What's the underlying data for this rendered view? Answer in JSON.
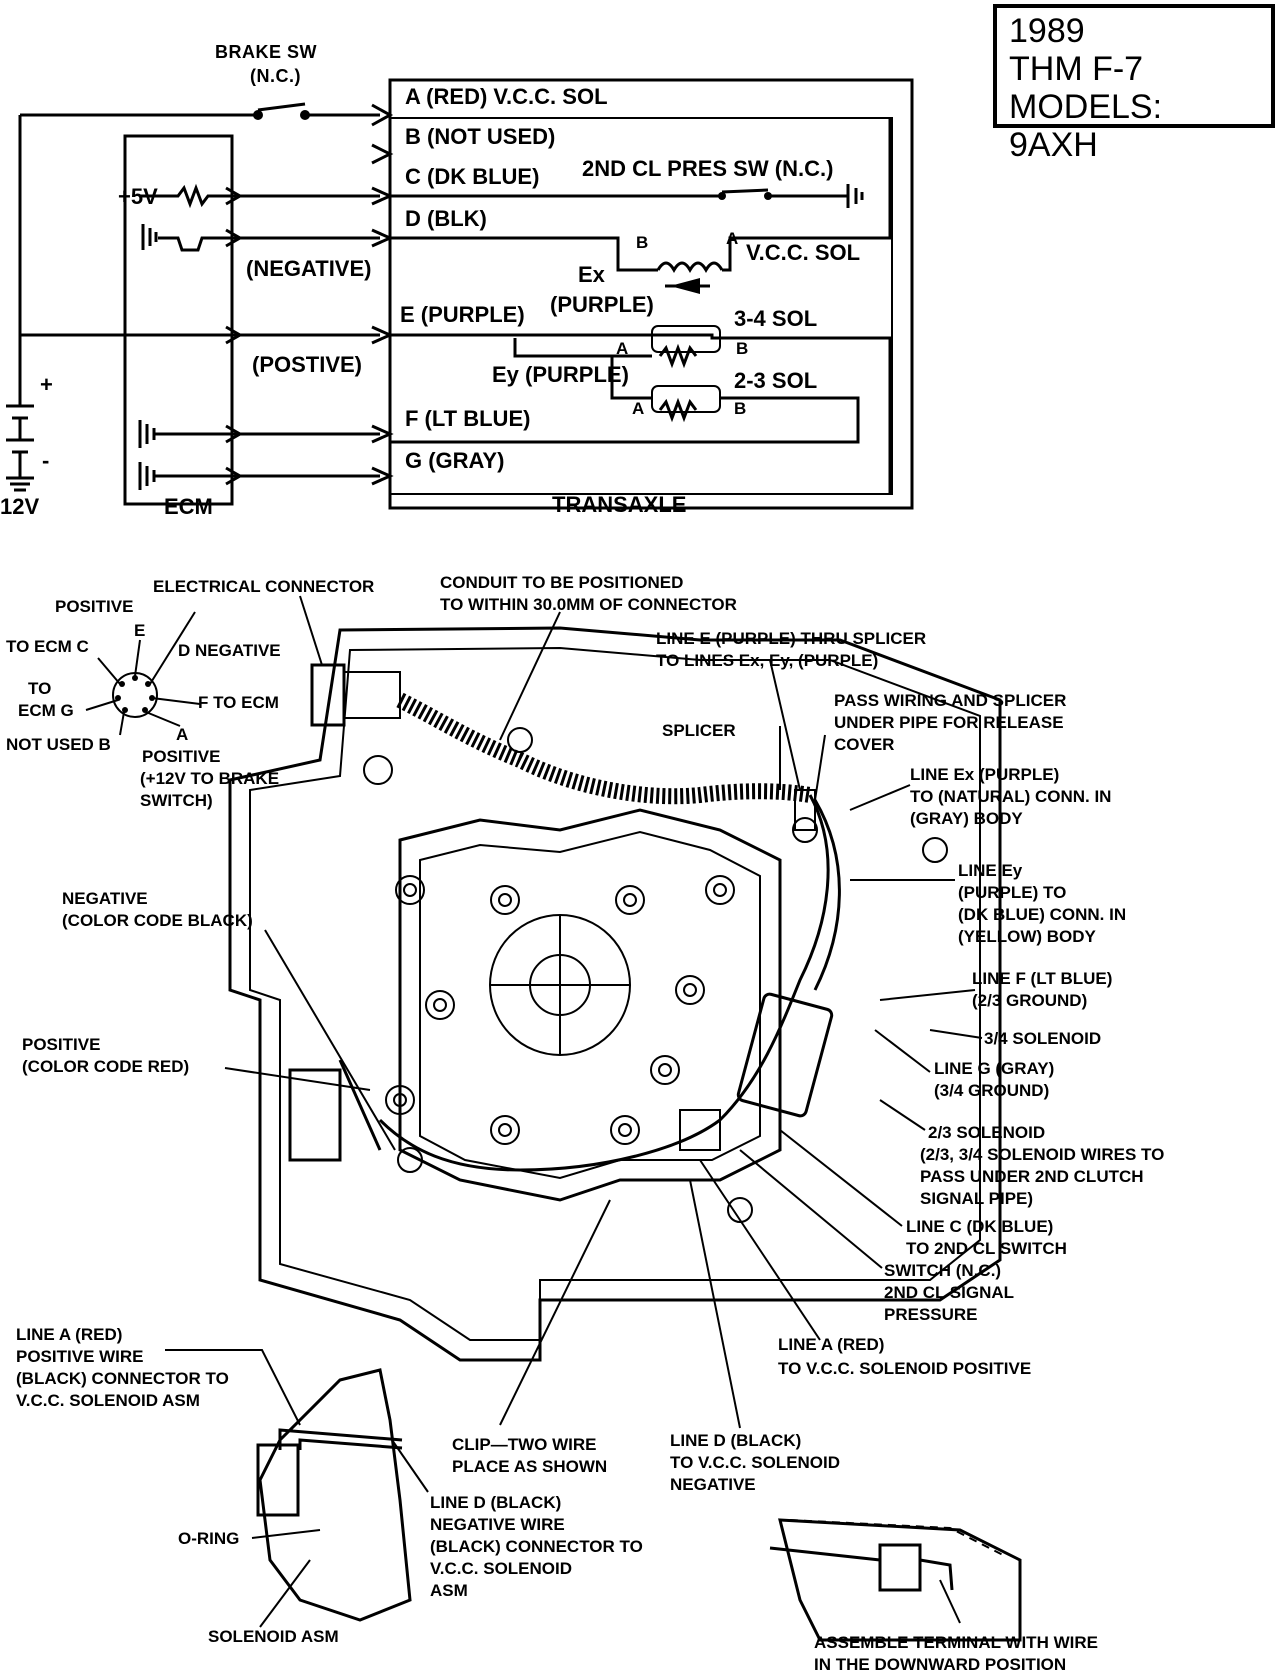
{
  "title_box": {
    "line1": "1989",
    "line2": "THM F-7",
    "line3": "MODELS: 9AXH"
  },
  "schematic": {
    "brake_sw": "BRAKE SW",
    "brake_sw_nc": "(N.C.)",
    "pin_a": "A (RED) V.C.C. SOL",
    "pin_b": "B (NOT USED)",
    "pin_c": "C (DK BLUE)",
    "pres_sw": "2ND CL PRES SW (N.C.)",
    "pin_d": "D (BLK)",
    "plus5v": "+5V",
    "negative": "(NEGATIVE)",
    "ex": "Ex",
    "ex_purple": "(PURPLE)",
    "vcc_sol": "V.C.C. SOL",
    "pin_e": "E (PURPLE)",
    "sol_34": "3-4 SOL",
    "postive": "(POSTIVE)",
    "ey_purple": "Ey (PURPLE)",
    "sol_23": "2-3 SOL",
    "pin_f": "F (LT BLUE)",
    "pin_g": "G (GRAY)",
    "plus": "+",
    "minus": "-",
    "v12": "12V",
    "ecm": "ECM",
    "transaxle": "TRANSAXLE",
    "term_a": "A",
    "term_b": "B"
  },
  "connector": {
    "positive": "POSITIVE",
    "electrical_connector": "ELECTRICAL CONNECTOR",
    "e": "E",
    "to_ecm_c": "TO ECM C",
    "d_negative": "D NEGATIVE",
    "to": "TO",
    "ecm_g": "ECM G",
    "f_to_ecm": "F TO ECM",
    "not_used_b": "NOT USED B",
    "a": "A",
    "positive_a": "POSITIVE",
    "plus12v": "(+12V TO BRAKE",
    "switch": "SWITCH)"
  },
  "callouts": {
    "conduit_1": "CONDUIT TO BE POSITIONED",
    "conduit_2": "TO WITHIN 30.0MM OF CONNECTOR",
    "line_e_1": "LINE E (PURPLE) THRU SPLICER",
    "line_e_2": "TO LINES Ex, Ey, (PURPLE)",
    "splicer": "SPLICER",
    "pass_1": "PASS WIRING AND SPLICER",
    "pass_2": "UNDER PIPE FOR RELEASE",
    "pass_3": "COVER",
    "ex_1": "LINE Ex (PURPLE)",
    "ex_2": "TO (NATURAL) CONN. IN",
    "ex_3": "(GRAY) BODY",
    "ey_1": "LINE Ey",
    "ey_2": "(PURPLE) TO",
    "ey_3": "(DK BLUE) CONN. IN",
    "ey_4": "(YELLOW) BODY",
    "neg_1": "NEGATIVE",
    "neg_2": "(COLOR CODE BLACK)",
    "linef_1": "LINE F (LT BLUE)",
    "linef_2": "(2/3 GROUND)",
    "sol34": "3/4 SOLENOID",
    "pos_1": "POSITIVE",
    "pos_2": "(COLOR CODE RED)",
    "lineg_1": "LINE G (GRAY)",
    "lineg_2": "(3/4 GROUND)",
    "sol23_1": "2/3 SOLENOID",
    "sol23_2": "(2/3, 3/4 SOLENOID WIRES TO",
    "sol23_3": "PASS UNDER 2ND CLUTCH",
    "sol23_4": "SIGNAL PIPE)",
    "linec_1": "LINE C (DK BLUE)",
    "linec_2": "TO 2ND CL SWITCH",
    "sw_1": "SWITCH (N.C.)",
    "sw_2": "2ND CL SIGNAL",
    "sw_3": "PRESSURE",
    "linea_1": "LINE A (RED)",
    "linea_2": "TO V.C.C. SOLENOID POSITIVE",
    "la_1": "LINE A (RED)",
    "la_2": "POSITIVE WIRE",
    "la_3": "(BLACK) CONNECTOR TO",
    "la_4": "V.C.C. SOLENOID ASM",
    "clip_1": "CLIP—TWO WIRE",
    "clip_2": "PLACE AS SHOWN",
    "lined_1": "LINE D (BLACK)",
    "lined_2": "TO V.C.C. SOLENOID",
    "lined_3": "NEGATIVE",
    "ld_1": "LINE D (BLACK)",
    "ld_2": "NEGATIVE WIRE",
    "ld_3": "(BLACK) CONNECTOR TO",
    "ld_4": "V.C.C. SOLENOID",
    "ld_5": "ASM",
    "oring": "O-RING",
    "solasm": "SOLENOID ASM",
    "assemble_1": "ASSEMBLE TERMINAL WITH WIRE",
    "assemble_2": "IN THE DOWNWARD POSITION"
  }
}
